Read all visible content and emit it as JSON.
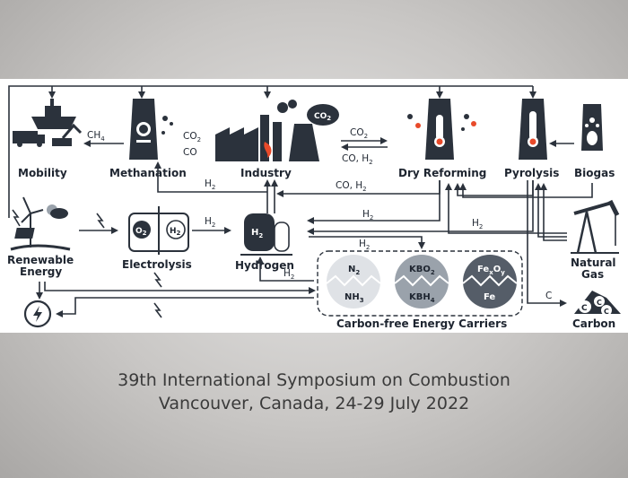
{
  "caption": {
    "line1": "39th International Symposium on Combustion",
    "line2": "Vancouver, Canada, 24-29 July 2022"
  },
  "nodes": {
    "mobility": "Mobility",
    "methanation": "Methanation",
    "industry": "Industry",
    "dry_reforming": "Dry Reforming",
    "pyrolysis": "Pyrolysis",
    "biogas": "Biogas",
    "renewable_1": "Renewable",
    "renewable_2": "Energy",
    "electrolysis": "Electrolysis",
    "hydrogen": "Hydrogen",
    "natural_gas_1": "Natural",
    "natural_gas_2": "Gas",
    "carbon": "Carbon",
    "carriers_title": "Carbon-free Energy Carriers"
  },
  "flows": {
    "ch": "CH",
    "co": "CO",
    "co_h2_a": "CO, H",
    "co_h2_b": "CO, H",
    "h": "H",
    "c": "C",
    "o": "O",
    "n": "N",
    "nh": "NH",
    "kbo": "KBO",
    "kbh": "KBH",
    "fe": "Fe",
    "fexoy": "Fe"
  },
  "subs": {
    "two": "2",
    "three": "3",
    "four": "4",
    "x": "x",
    "y": "y"
  },
  "colors": {
    "dark": "#2b323c",
    "mid": "#6b7480",
    "light": "#c3c8ce",
    "accent": "#e84a2a"
  }
}
